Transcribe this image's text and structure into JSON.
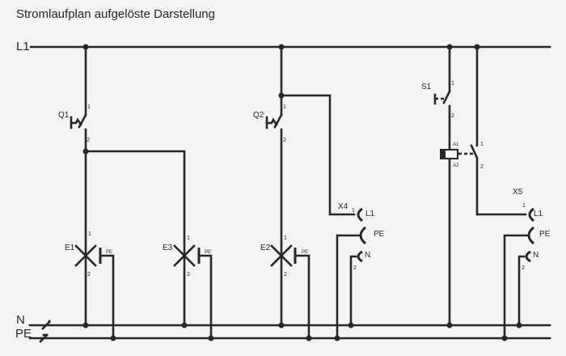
{
  "title": "Stromlaufplan aufgelöste Darstellung",
  "rails": {
    "l1": "L1",
    "n": "N",
    "pe": "PE"
  },
  "switches": {
    "q1": "Q1",
    "q2": "Q2",
    "s1": "S1"
  },
  "lamps": {
    "e1": "E1",
    "e2": "E2",
    "e3": "E3"
  },
  "coil": {
    "a1": "A1",
    "a2": "A2"
  },
  "sockets": {
    "x4": {
      "label": "X4",
      "l1": "L1",
      "pe": "PE",
      "n": "N"
    },
    "x5": {
      "label": "X5",
      "l1": "L1",
      "pe": "PE",
      "n": "N"
    }
  },
  "terminals": {
    "one": "1",
    "two": "2",
    "pe": "PE"
  }
}
